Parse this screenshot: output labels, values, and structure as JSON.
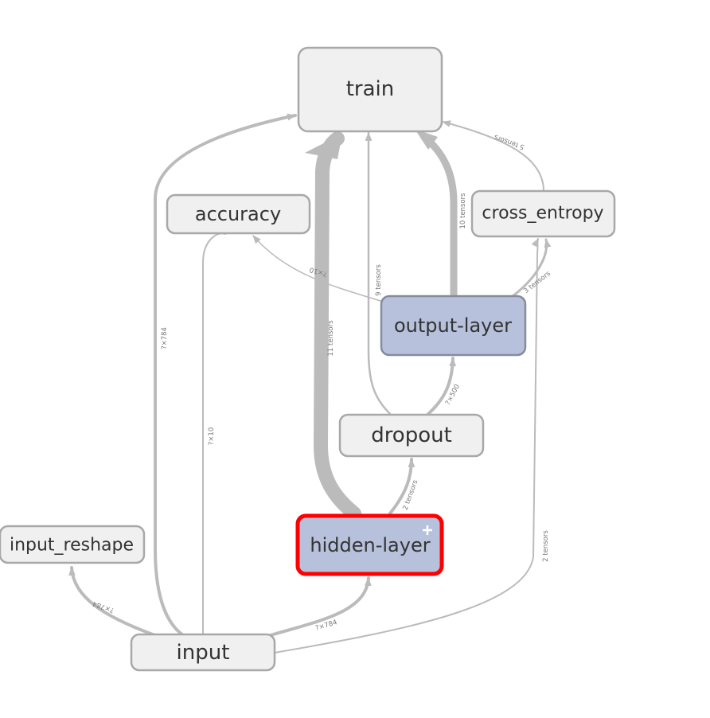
{
  "nodes": {
    "train": "train",
    "accuracy": "accuracy",
    "cross_entropy": "cross_entropy",
    "output_layer": "output-layer",
    "dropout": "dropout",
    "hidden_layer": "hidden-layer",
    "input_reshape": "input_reshape",
    "input": "input"
  },
  "edge_labels": {
    "input_to_train": "?×784",
    "input_to_accuracy": "?×10",
    "input_to_input_reshape": "?×784",
    "input_to_hidden_layer": "?×784",
    "input_to_cross_entropy": "2 tensors",
    "hidden_layer_to_train": "11 tensors",
    "hidden_layer_to_dropout": "2 tensors",
    "dropout_to_train": "9 tensors",
    "dropout_to_output_layer": "?×500",
    "output_layer_to_train": "10 tensors",
    "output_layer_to_accuracy": "?×10",
    "output_layer_to_cross_entropy": "3 tensors",
    "cross_entropy_to_train": "5 tensors"
  },
  "expand_icon": "plus-icon",
  "colors": {
    "namespace_fill": "#f0f0f0",
    "subgraph_fill": "#b7c1dc",
    "selected_border": "#ff0000",
    "edge": "#bbbbbb"
  }
}
